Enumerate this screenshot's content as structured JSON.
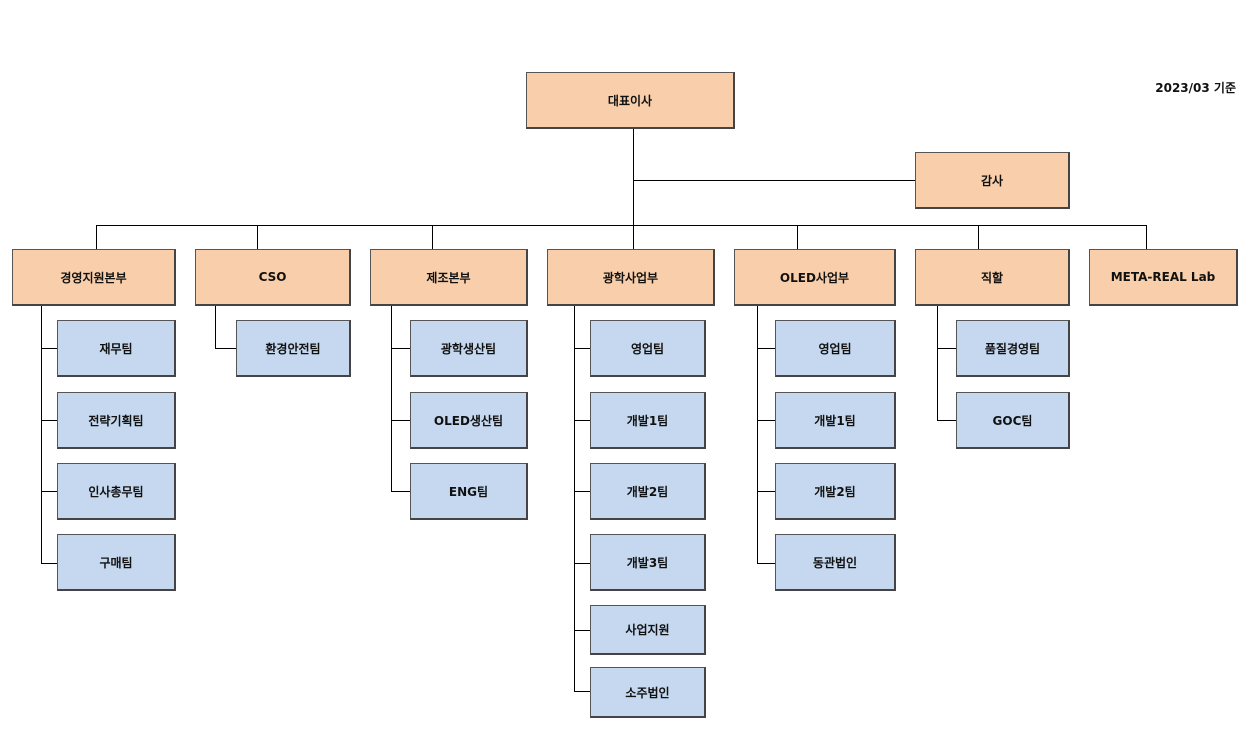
{
  "date_note": "2023/03 기준",
  "ceo": "대표이사",
  "auditor": "감사",
  "divisions": [
    {
      "name": "경영지원본부",
      "teams": [
        "재무팀",
        "전략기획팀",
        "인사총무팀",
        "구매팀"
      ]
    },
    {
      "name": "CSO",
      "teams": [
        "환경안전팀"
      ]
    },
    {
      "name": "제조본부",
      "teams": [
        "광학생산팀",
        "OLED생산팀",
        "ENG팀"
      ]
    },
    {
      "name": "광학사업부",
      "teams": [
        "영업팀",
        "개발1팀",
        "개발2팀",
        "개발3팀",
        "사업지원",
        "소주법인"
      ]
    },
    {
      "name": "OLED사업부",
      "teams": [
        "영업팀",
        "개발1팀",
        "개발2팀",
        "동관법인"
      ]
    },
    {
      "name": "직할",
      "teams": [
        "품질경영팀",
        "GOC팀"
      ]
    },
    {
      "name": "META-REAL Lab",
      "teams": []
    }
  ],
  "colors": {
    "top_box": "#f8cfaa",
    "team_box": "#c5d8ef",
    "line": "#000000"
  }
}
